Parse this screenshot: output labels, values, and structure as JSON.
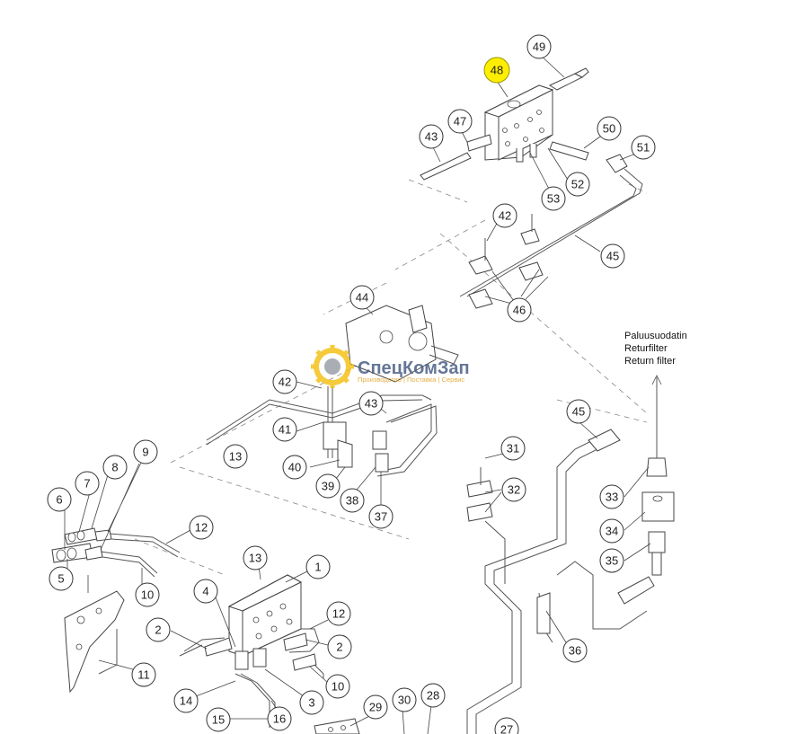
{
  "callouts": [
    {
      "label": "48",
      "highlight": true
    },
    {
      "label": "49"
    },
    {
      "label": "47"
    },
    {
      "label": "43"
    },
    {
      "label": "50"
    },
    {
      "label": "51"
    },
    {
      "label": "52"
    },
    {
      "label": "53"
    },
    {
      "label": "42"
    },
    {
      "label": "45"
    },
    {
      "label": "46"
    },
    {
      "label": "44"
    },
    {
      "label": "42"
    },
    {
      "label": "41"
    },
    {
      "label": "43"
    },
    {
      "label": "13"
    },
    {
      "label": "40"
    },
    {
      "label": "39"
    },
    {
      "label": "38"
    },
    {
      "label": "37"
    },
    {
      "label": "45"
    },
    {
      "label": "31"
    },
    {
      "label": "32"
    },
    {
      "label": "33"
    },
    {
      "label": "34"
    },
    {
      "label": "35"
    },
    {
      "label": "36"
    },
    {
      "label": "9"
    },
    {
      "label": "8"
    },
    {
      "label": "7"
    },
    {
      "label": "6"
    },
    {
      "label": "5"
    },
    {
      "label": "12"
    },
    {
      "label": "10"
    },
    {
      "label": "11"
    },
    {
      "label": "13"
    },
    {
      "label": "1"
    },
    {
      "label": "4"
    },
    {
      "label": "2"
    },
    {
      "label": "12"
    },
    {
      "label": "2"
    },
    {
      "label": "3"
    },
    {
      "label": "10"
    },
    {
      "label": "14"
    },
    {
      "label": "15"
    },
    {
      "label": "16"
    },
    {
      "label": "29"
    },
    {
      "label": "30"
    },
    {
      "label": "28"
    },
    {
      "label": "27"
    }
  ],
  "return_filter_note": {
    "line1": "Paluusuodatin",
    "line2": "Returfilter",
    "line3": "Return filter"
  },
  "watermark": {
    "title": "СпецКомЗап",
    "subtitle": "Производство | Поставка | Сервис",
    "colors": {
      "title": "#4a5f86",
      "gear": "#f4c11a",
      "subtitle": "#e0a020"
    }
  },
  "highlight_color": "#ffee00"
}
